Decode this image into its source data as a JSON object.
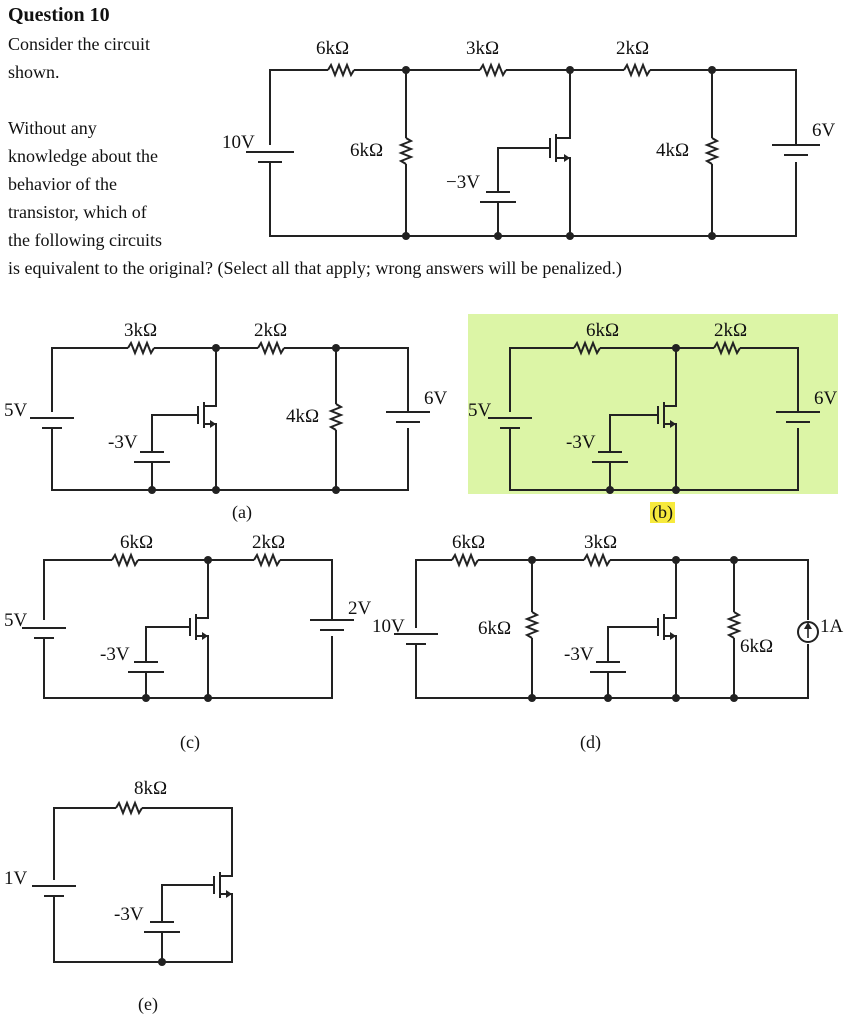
{
  "question": {
    "title": "Question 10",
    "lines": [
      "Consider the circuit",
      "shown.",
      "Without any",
      "knowledge about the",
      "behavior of the",
      "transistor, which of",
      "the following circuits",
      "is equivalent to the original? (Select all that apply; wrong answers will be penalized.)"
    ]
  },
  "main_circuit": {
    "source_left": "10V",
    "r_top1": "6kΩ",
    "r_top2": "3kΩ",
    "r_top3": "2kΩ",
    "r_shunt1": "6kΩ",
    "r_shunt2": "4kΩ",
    "gate_source": "−3V",
    "source_right": "6V"
  },
  "options": {
    "a": {
      "label": "(a)",
      "source_left": "5V",
      "r_top1": "3kΩ",
      "r_top2": "2kΩ",
      "r_shunt": "4kΩ",
      "gate_source": "-3V",
      "source_right": "6V"
    },
    "b": {
      "label": "(b)",
      "source_left": "5V",
      "r_top1": "6kΩ",
      "r_top2": "2kΩ",
      "gate_source": "-3V",
      "source_right": "6V",
      "highlight_color": "#dcf5a6",
      "label_highlight": "#f7ea3c"
    },
    "c": {
      "label": "(c)",
      "source_left": "5V",
      "r_top1": "6kΩ",
      "r_top2": "2kΩ",
      "gate_source": "-3V",
      "source_right": "2V"
    },
    "d": {
      "label": "(d)",
      "source_left": "10V",
      "r_top1": "6kΩ",
      "r_top2": "3kΩ",
      "r_shunt1": "6kΩ",
      "r_shunt2": "6kΩ",
      "gate_source": "-3V",
      "current_source": "1A"
    },
    "e": {
      "label": "(e)",
      "source_left": "1V",
      "r_top": "8kΩ",
      "gate_source": "-3V"
    }
  }
}
